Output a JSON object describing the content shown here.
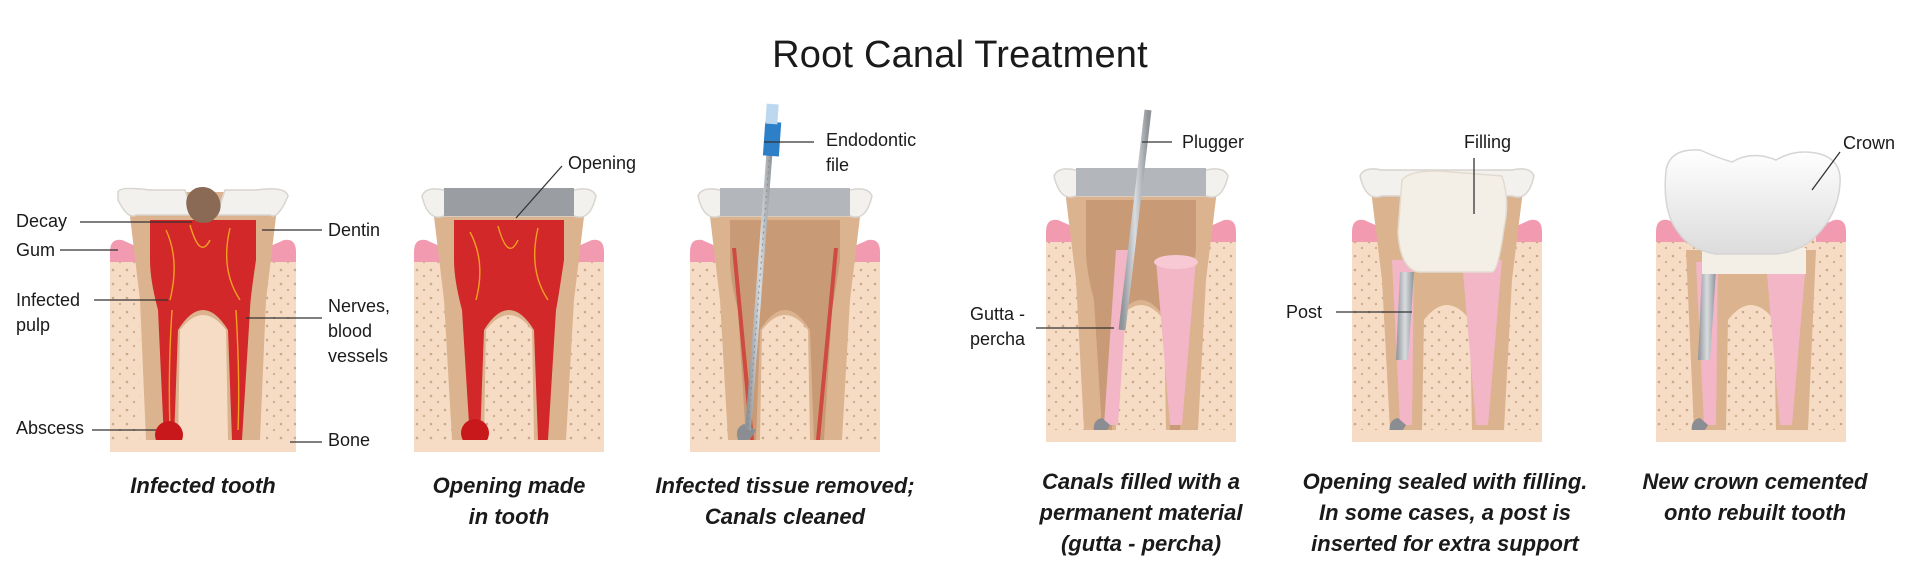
{
  "title": "Root Canal Treatment",
  "stages": [
    {
      "caption": [
        "Infected tooth"
      ],
      "labels": {
        "decay": "Decay",
        "gum": "Gum",
        "infected_pulp": [
          "Infected",
          "pulp"
        ],
        "abscess": "Abscess",
        "dentin": "Dentin",
        "nerves": [
          "Nerves,",
          "blood",
          "vessels"
        ],
        "bone": "Bone"
      }
    },
    {
      "caption": [
        "Opening made",
        "in tooth"
      ],
      "labels": {
        "opening": "Opening"
      }
    },
    {
      "caption": [
        "Infected tissue removed;",
        "Canals cleaned"
      ],
      "labels": {
        "endodontic_file": [
          "Endodontic",
          "file"
        ]
      }
    },
    {
      "caption": [
        "Canals filled with a",
        "permanent material",
        "(gutta - percha)"
      ],
      "labels": {
        "plugger": "Plugger",
        "gutta_percha": [
          "Gutta -",
          "percha"
        ]
      }
    },
    {
      "caption": [
        "Opening sealed with filling.",
        "In some cases, a post is",
        "inserted for extra support"
      ],
      "labels": {
        "filling": "Filling",
        "post": "Post"
      }
    },
    {
      "caption": [
        "New crown cemented",
        "onto rebuilt tooth"
      ],
      "labels": {
        "crown": "Crown"
      }
    }
  ],
  "colors": {
    "bone": "#f6dcc4",
    "gum": "#f29ab0",
    "dentin": "#dcb38f",
    "enamel": "#f3f1ee",
    "pulp_infected": "#d2282a",
    "pulp_clean": "#c89a76",
    "gutta_percha": "#f2b6c6",
    "metal": "#a9adb2",
    "crown": "#f4f4f4",
    "leader": "#333333"
  }
}
